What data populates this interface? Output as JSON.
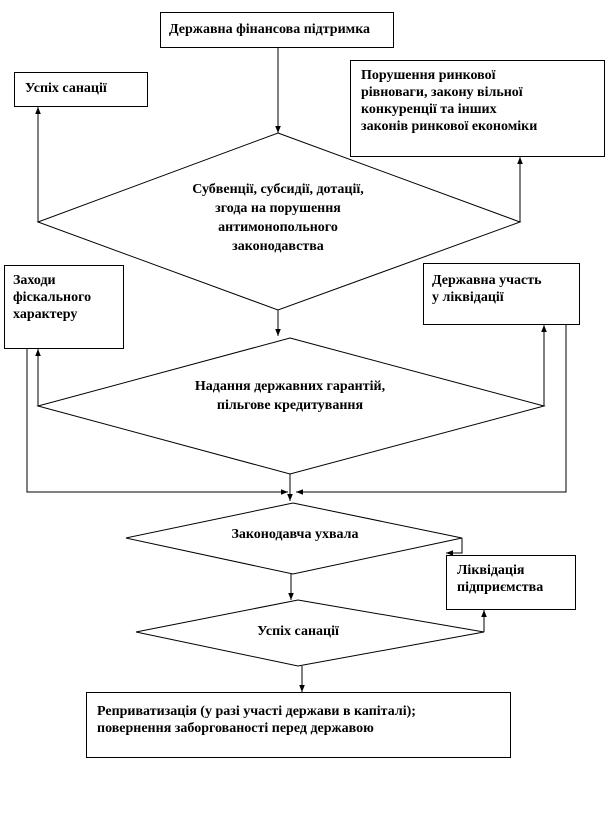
{
  "diagram": {
    "nodes": {
      "state_support": {
        "text": "Державна фінансова підтримка"
      },
      "rehab_success_top": {
        "text": "Успіх санації"
      },
      "market_violation": {
        "lines": [
          "Порушення ринкової",
          "рівноваги, закону вільної",
          "конкуренції та інших",
          "законів ринкової економіки"
        ]
      },
      "subventions": {
        "lines": [
          "Субвенції, субсидії, дотації,",
          "згода на порушення",
          "антимонопольного",
          "законодавства"
        ]
      },
      "fiscal_measures": {
        "lines": [
          "Заходи",
          "фіскального",
          "характеру"
        ]
      },
      "state_liquidation": {
        "lines": [
          "Державна участь",
          "у ліквідації"
        ]
      },
      "guarantees": {
        "lines": [
          "Надання державних гарантій,",
          "пільгове кредитування"
        ]
      },
      "legislative": {
        "text": "Законодавча ухвала"
      },
      "enterprise_liquidation": {
        "lines": [
          "Ліквідація",
          "підприємства"
        ]
      },
      "rehab_success_bottom": {
        "text": "Успіх санації"
      },
      "reprivatization": {
        "lines": [
          "Реприватизація (у разі участі держави в капіталі);",
          "повернення заборгованості перед державою"
        ]
      }
    },
    "colors": {
      "line": "#000000",
      "fill": "#ffffff",
      "text": "#000000"
    }
  }
}
